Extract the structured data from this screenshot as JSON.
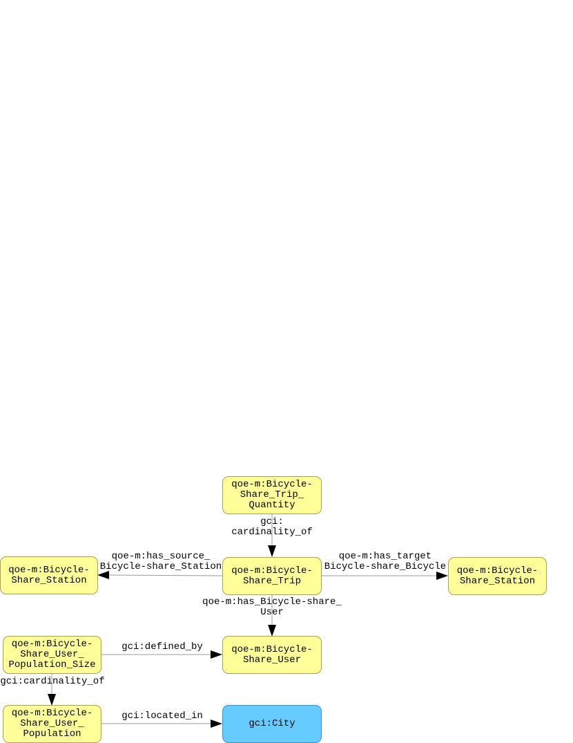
{
  "nodes": {
    "trip_quantity": {
      "label": "qoe-m:Bicycle-\nShare_Trip_\nQuantity"
    },
    "station_source": {
      "label": "qoe-m:Bicycle-\nShare_Station"
    },
    "trip": {
      "label": "qoe-m:Bicycle-\nShare_Trip"
    },
    "station_target": {
      "label": "qoe-m:Bicycle-\nShare_Station"
    },
    "user_population_size": {
      "label": "qoe-m:Bicycle-\nShare_User_\nPopulation_Size"
    },
    "user": {
      "label": "qoe-m:Bicycle-\nShare_User"
    },
    "user_population": {
      "label": "qoe-m:Bicycle-\nShare_User_\nPopulation"
    },
    "city": {
      "label": "gci:City"
    }
  },
  "edges": {
    "quantity_to_trip": {
      "label": "gci:\ncardinality_of"
    },
    "trip_to_source_station": {
      "label": "qoe-m:has_source_\nBicycle-share_Station"
    },
    "trip_to_target_station": {
      "label": "qoe-m:has_target\nBicycle-share_Bicycle"
    },
    "trip_to_user": {
      "label": "qoe-m:has_Bicycle-share_\nUser"
    },
    "size_to_user": {
      "label": "gci:defined_by"
    },
    "size_to_population": {
      "label": "gci:cardinality_of"
    },
    "population_to_city": {
      "label": "gci:located_in"
    }
  },
  "colors": {
    "class_node": "#ffff99",
    "city_node": "#66ccff",
    "edge": "#999999",
    "arrowhead": "#000000"
  }
}
